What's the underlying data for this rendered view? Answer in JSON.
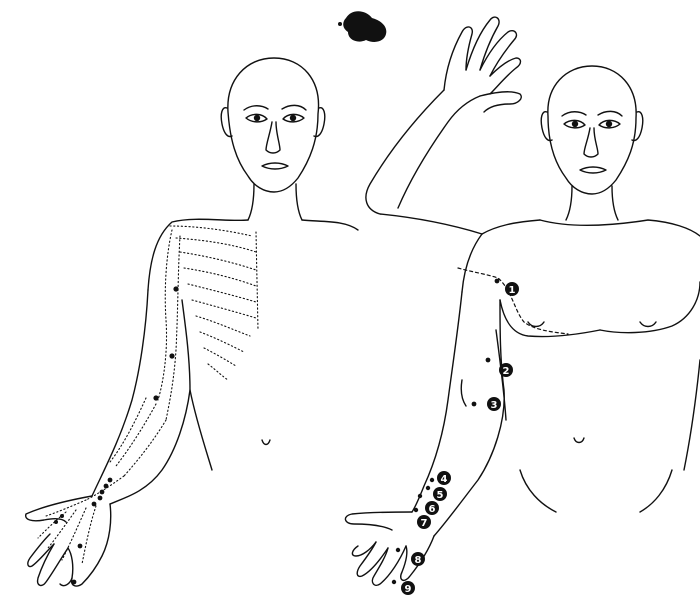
{
  "figure": {
    "type": "anatomical line illustration",
    "ink_color": "#111111",
    "background": "#ffffff",
    "marker_color": "#111111",
    "marker_text_color": "#ffffff"
  },
  "left_figure": {
    "description_icon": "figure-front-skeleton-overlay-icon",
    "point_count": 12
  },
  "right_figure": {
    "description_icon": "figure-front-raised-arm-icon",
    "points": [
      {
        "label": "1"
      },
      {
        "label": "2"
      },
      {
        "label": "3"
      },
      {
        "label": "4"
      },
      {
        "label": "5"
      },
      {
        "label": "6"
      },
      {
        "label": "7"
      },
      {
        "label": "8"
      },
      {
        "label": "9"
      }
    ]
  }
}
